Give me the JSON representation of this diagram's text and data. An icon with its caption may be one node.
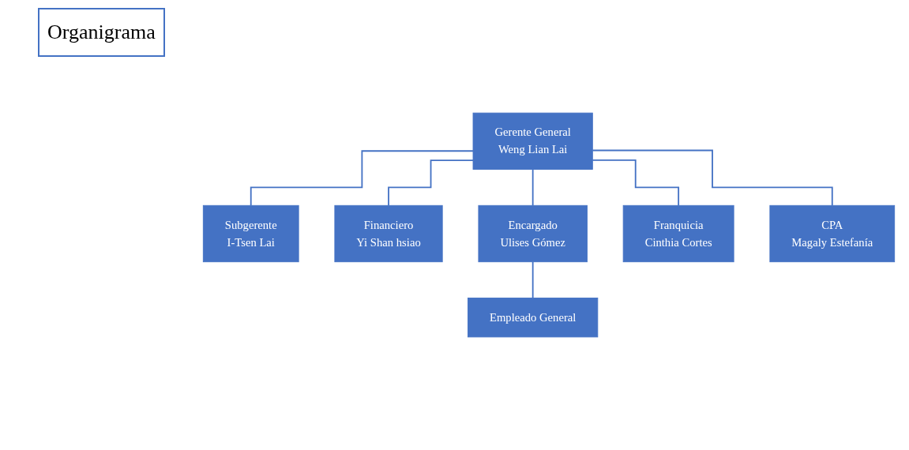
{
  "diagram": {
    "title": "Organigrama",
    "nodes": [
      {
        "text": [
          "Gerente General",
          "Weng Lian Lai"
        ]
      },
      {
        "text": [
          "Subgerente",
          "I-Tsen Lai"
        ]
      },
      {
        "text": [
          "Financiero",
          "Yi Shan hsiao"
        ]
      },
      {
        "text": [
          "Encargado",
          "Ulises Gómez"
        ]
      },
      {
        "text": [
          "Franquicia",
          "Cinthia Cortes"
        ]
      },
      {
        "text": [
          "CPA",
          "Magaly Estefanía"
        ]
      },
      {
        "text": [
          "Empleado General"
        ]
      }
    ],
    "edges": [
      {
        "from": 0,
        "to": 1,
        "arrow": "none"
      },
      {
        "from": 0,
        "to": 2,
        "arrow": "none"
      },
      {
        "from": 0,
        "to": 3,
        "arrow": "none"
      },
      {
        "from": 0,
        "to": 4,
        "arrow": "none"
      },
      {
        "from": 0,
        "to": 5,
        "arrow": "none"
      },
      {
        "from": 3,
        "to": 6,
        "arrow": "none"
      }
    ]
  }
}
